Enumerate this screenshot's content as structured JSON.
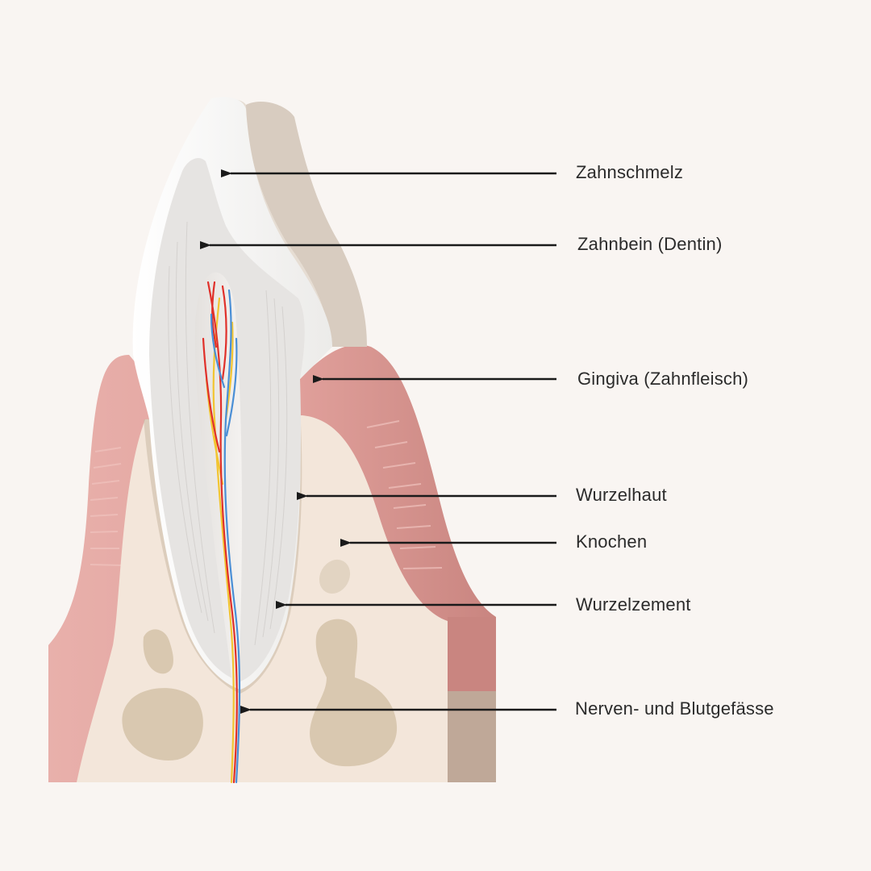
{
  "labels": {
    "enamel": "Zahnschmelz",
    "dentin": "Zahnbein (Dentin)",
    "gingiva": "Gingiva (Zahnfleisch)",
    "periodontium": "Wurzelhaut",
    "bone": "Knochen",
    "cementum": "Wurzelzement",
    "nerves_vessels": "Nerven- und Blutgefässe"
  },
  "colors": {
    "background": "#f9f5f2",
    "gum": "#e5a9a5",
    "gum_dark": "#c98580",
    "bone": "#f3e6da",
    "bone_cavity": "#d9c8b0",
    "enamel": "#f7f6f4",
    "dentin": "#e6e4e2",
    "neighbor_tooth": "#d8ccc0",
    "nerve": "#f2c531",
    "artery": "#e0302a",
    "vein": "#4a8fd6",
    "arrow": "#1a1a1a"
  }
}
